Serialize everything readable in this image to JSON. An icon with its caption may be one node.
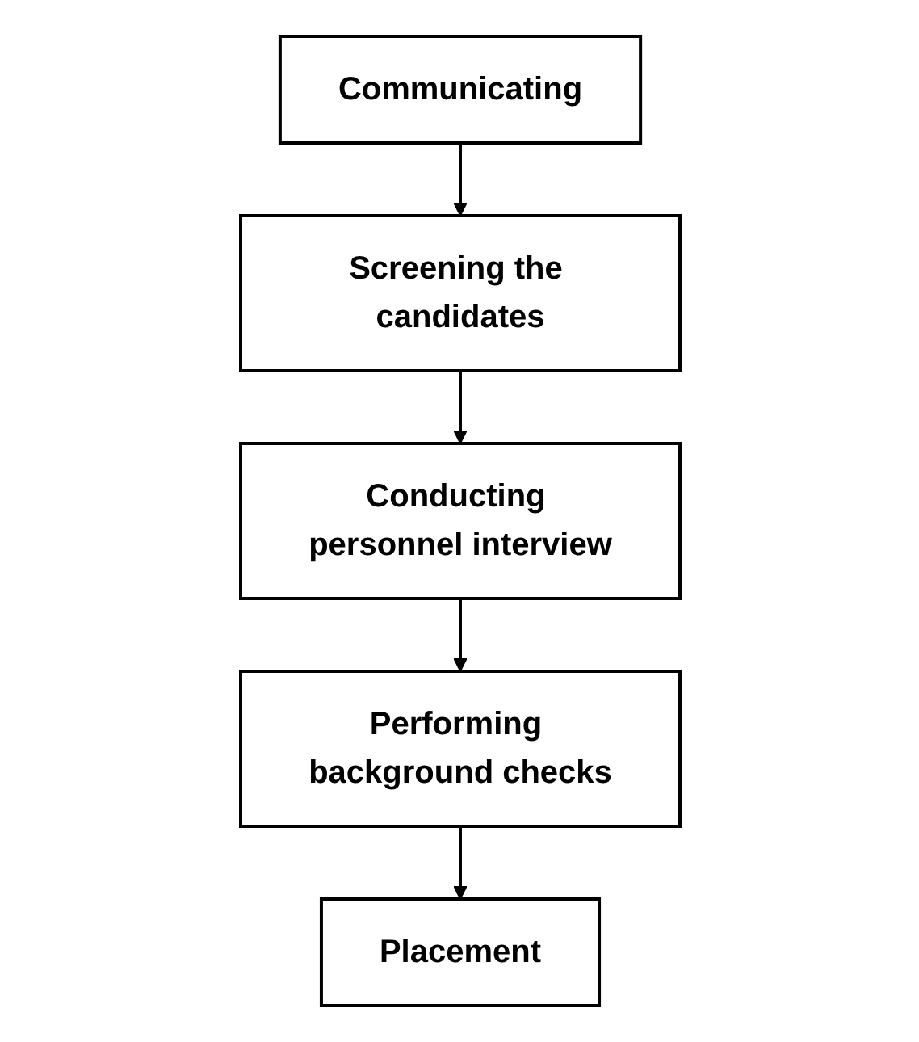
{
  "diagram": {
    "nodes": [
      {
        "text": [
          "Communicating"
        ]
      },
      {
        "text": [
          "Screening the candidates"
        ]
      },
      {
        "text": [
          "Conducting personnel interview"
        ]
      },
      {
        "text": [
          "Performing background checks"
        ]
      },
      {
        "text": [
          "Placement"
        ]
      }
    ],
    "edges": [
      {
        "from": 0,
        "to": 1,
        "arrow": "to"
      },
      {
        "from": 1,
        "to": 2,
        "arrow": "to"
      },
      {
        "from": 2,
        "to": 3,
        "arrow": "to"
      },
      {
        "from": 3,
        "to": 4,
        "arrow": "to"
      }
    ]
  }
}
